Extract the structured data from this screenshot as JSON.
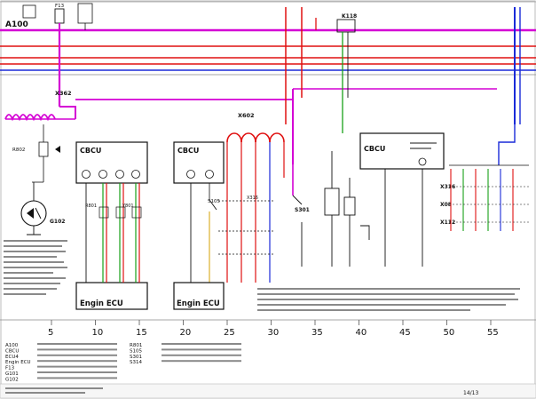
{
  "header": {
    "left_tag": "A100"
  },
  "blocks": {
    "cbcu_left": "CBCU",
    "cbcu_mid": "CBCU",
    "cbcu_right": "CBCU",
    "engin_ecu_left": "Engin ECU",
    "engin_ecu_mid": "Engin ECU"
  },
  "components": {
    "g102": "G102",
    "x362": "X362",
    "x602": "X602",
    "x316": "X316",
    "x08": "X08",
    "x112": "X112",
    "s301": "S301",
    "s105": "S105",
    "f13": "F13",
    "k118": "K118",
    "r802": "R802",
    "r801": "R801",
    "y801": "Y801"
  },
  "scale": {
    "ticks": [
      "5",
      "10",
      "15",
      "20",
      "25",
      "30",
      "35",
      "40",
      "45",
      "50",
      "55"
    ]
  },
  "legend": {
    "col1": [
      "A100",
      "CBCU",
      "ECU4",
      "Engin ECU",
      "F13",
      "G101",
      "G102"
    ],
    "col2": [
      "R801",
      "S105",
      "S301",
      "S314"
    ]
  },
  "footer": {
    "page": "14/13"
  },
  "colors": {
    "magenta": "#d400d4",
    "red": "#e01010",
    "blue": "#1a2ad8",
    "green": "#18a018",
    "black": "#111111",
    "gray": "#8a8a8a",
    "grid": "#aab4d8"
  }
}
